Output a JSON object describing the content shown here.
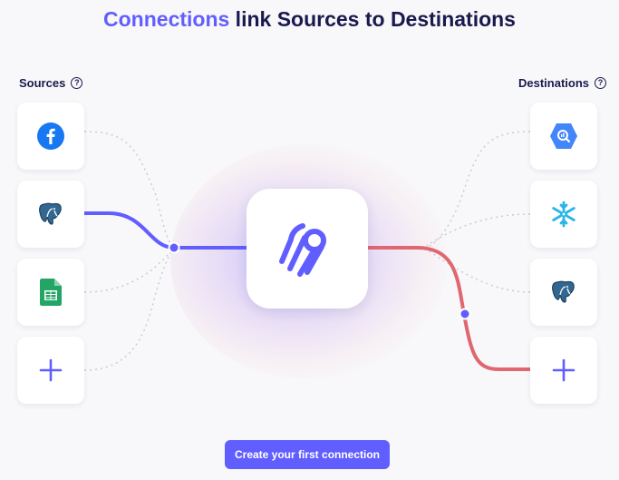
{
  "heading": {
    "accent": "Connections",
    "rest": " link Sources to Destinations"
  },
  "sources": {
    "label": "Sources",
    "items": [
      {
        "name": "facebook",
        "icon": "facebook-icon"
      },
      {
        "name": "postgres",
        "icon": "postgres-elephant-icon",
        "connected": true
      },
      {
        "name": "google-sheets",
        "icon": "google-sheets-icon"
      },
      {
        "name": "add",
        "icon": "plus-icon"
      }
    ]
  },
  "destinations": {
    "label": "Destinations",
    "items": [
      {
        "name": "bigquery",
        "icon": "bigquery-icon"
      },
      {
        "name": "snowflake",
        "icon": "snowflake-icon"
      },
      {
        "name": "postgres",
        "icon": "postgres-elephant-icon"
      },
      {
        "name": "add",
        "icon": "plus-icon",
        "connected": true
      }
    ]
  },
  "hub": {
    "icon": "airbyte-logo-icon"
  },
  "help_icon_glyph": "?",
  "cta": {
    "label": "Create your first connection"
  },
  "colors": {
    "accent": "#615eff",
    "text": "#1a194d",
    "source_line": "#615eff",
    "destination_line": "#e0676f",
    "dotted_line": "#c8c8d2"
  }
}
